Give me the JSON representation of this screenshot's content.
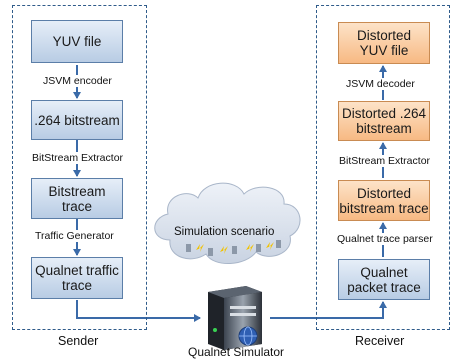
{
  "sender": {
    "title": "Sender",
    "boxes": [
      "YUV file",
      ".264 bitstream",
      "Bitstream\ntrace",
      "Qualnet traffic\ntrace"
    ],
    "edges": [
      "JSVM encoder",
      "BitStream Extractor",
      "Traffic Generator"
    ]
  },
  "receiver": {
    "title": "Receiver",
    "boxes": [
      "Distorted\nYUV file",
      "Distorted .264\nbitstream",
      "Distorted\nbitstream trace",
      "Qualnet\npacket trace"
    ],
    "edges": [
      "JSVM decoder",
      "BitStream Extractor",
      "Qualnet trace parser"
    ]
  },
  "network": {
    "cloud_label": "Simulation scenario",
    "server_label": "Qualnet Simulator"
  },
  "colors": {
    "arrow": "#3a6aa8",
    "frame": "#2f5b8a",
    "sender_box": "#b8cce4",
    "receiver_box": "#f7b983"
  }
}
